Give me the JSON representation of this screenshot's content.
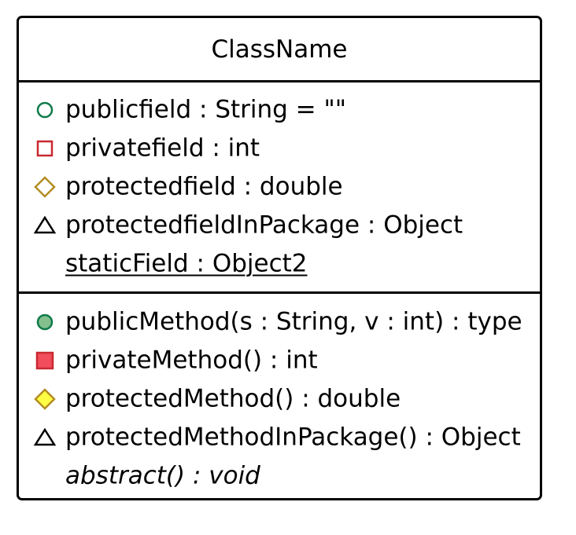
{
  "class": {
    "name": "ClassName"
  },
  "fields": [
    {
      "text": "publicfield : String = \"\"",
      "visibility": "public",
      "icon": "circle-outline-icon"
    },
    {
      "text": "privatefield : int",
      "visibility": "private",
      "icon": "square-outline-icon"
    },
    {
      "text": "protectedfield : double",
      "visibility": "protected",
      "icon": "diamond-outline-icon"
    },
    {
      "text": "protectedfieldInPackage : Object",
      "visibility": "package",
      "icon": "triangle-outline-icon"
    },
    {
      "text": "staticField : Object2",
      "visibility": "none",
      "icon": "",
      "style": "static-underlined"
    }
  ],
  "methods": [
    {
      "text": "publicMethod(s : String, v : int) : type",
      "visibility": "public",
      "icon": "circle-filled-icon"
    },
    {
      "text": "privateMethod() : int",
      "visibility": "private",
      "icon": "square-filled-icon"
    },
    {
      "text": "protectedMethod() : double",
      "visibility": "protected",
      "icon": "diamond-filled-icon"
    },
    {
      "text": "protectedMethodInPackage() : Object",
      "visibility": "package",
      "icon": "triangle-outline-icon"
    },
    {
      "text": "abstract() : void",
      "visibility": "none",
      "icon": "",
      "style": "abstract-italic"
    }
  ],
  "colors": {
    "public_stroke": "#0f7a4a",
    "public_fill": "#84c08e",
    "private_stroke": "#c82930",
    "private_fill": "#f24d5c",
    "protected_stroke": "#b38d22",
    "protected_fill": "#ffff44",
    "package_stroke": "#000000"
  }
}
